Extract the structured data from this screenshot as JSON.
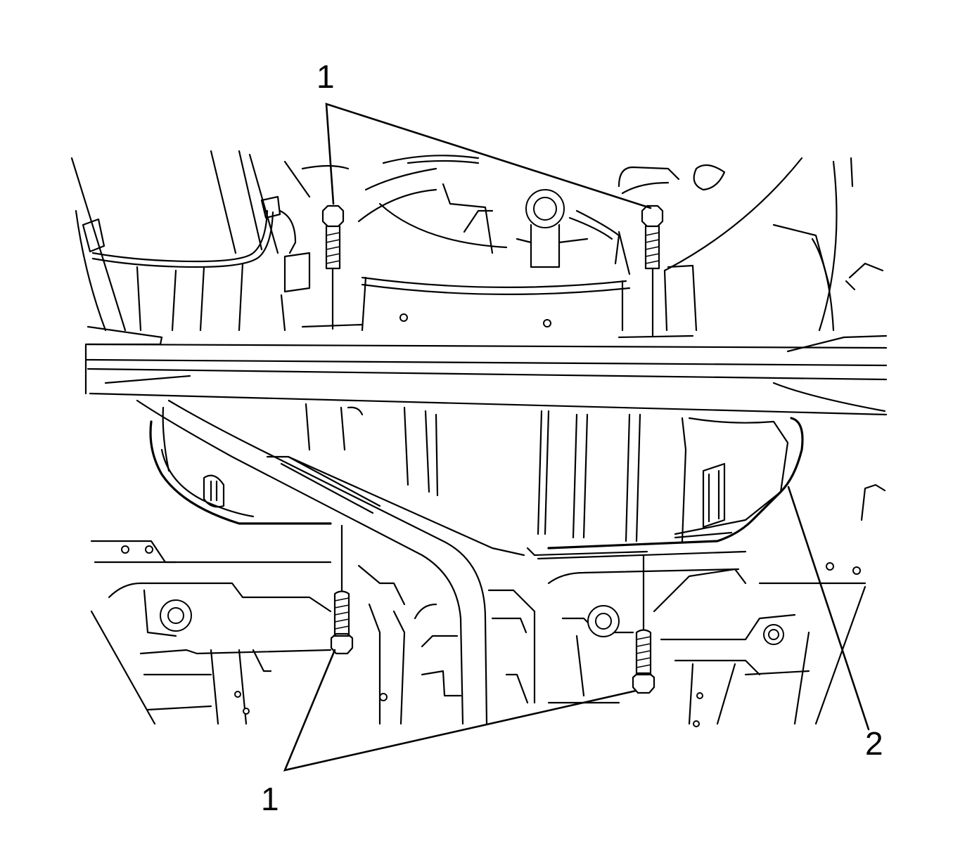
{
  "callouts": {
    "top_bolts": "1",
    "bottom_bolts": "1",
    "part_2": "2"
  },
  "colors": {
    "line": "#000000",
    "background": "#ffffff"
  }
}
